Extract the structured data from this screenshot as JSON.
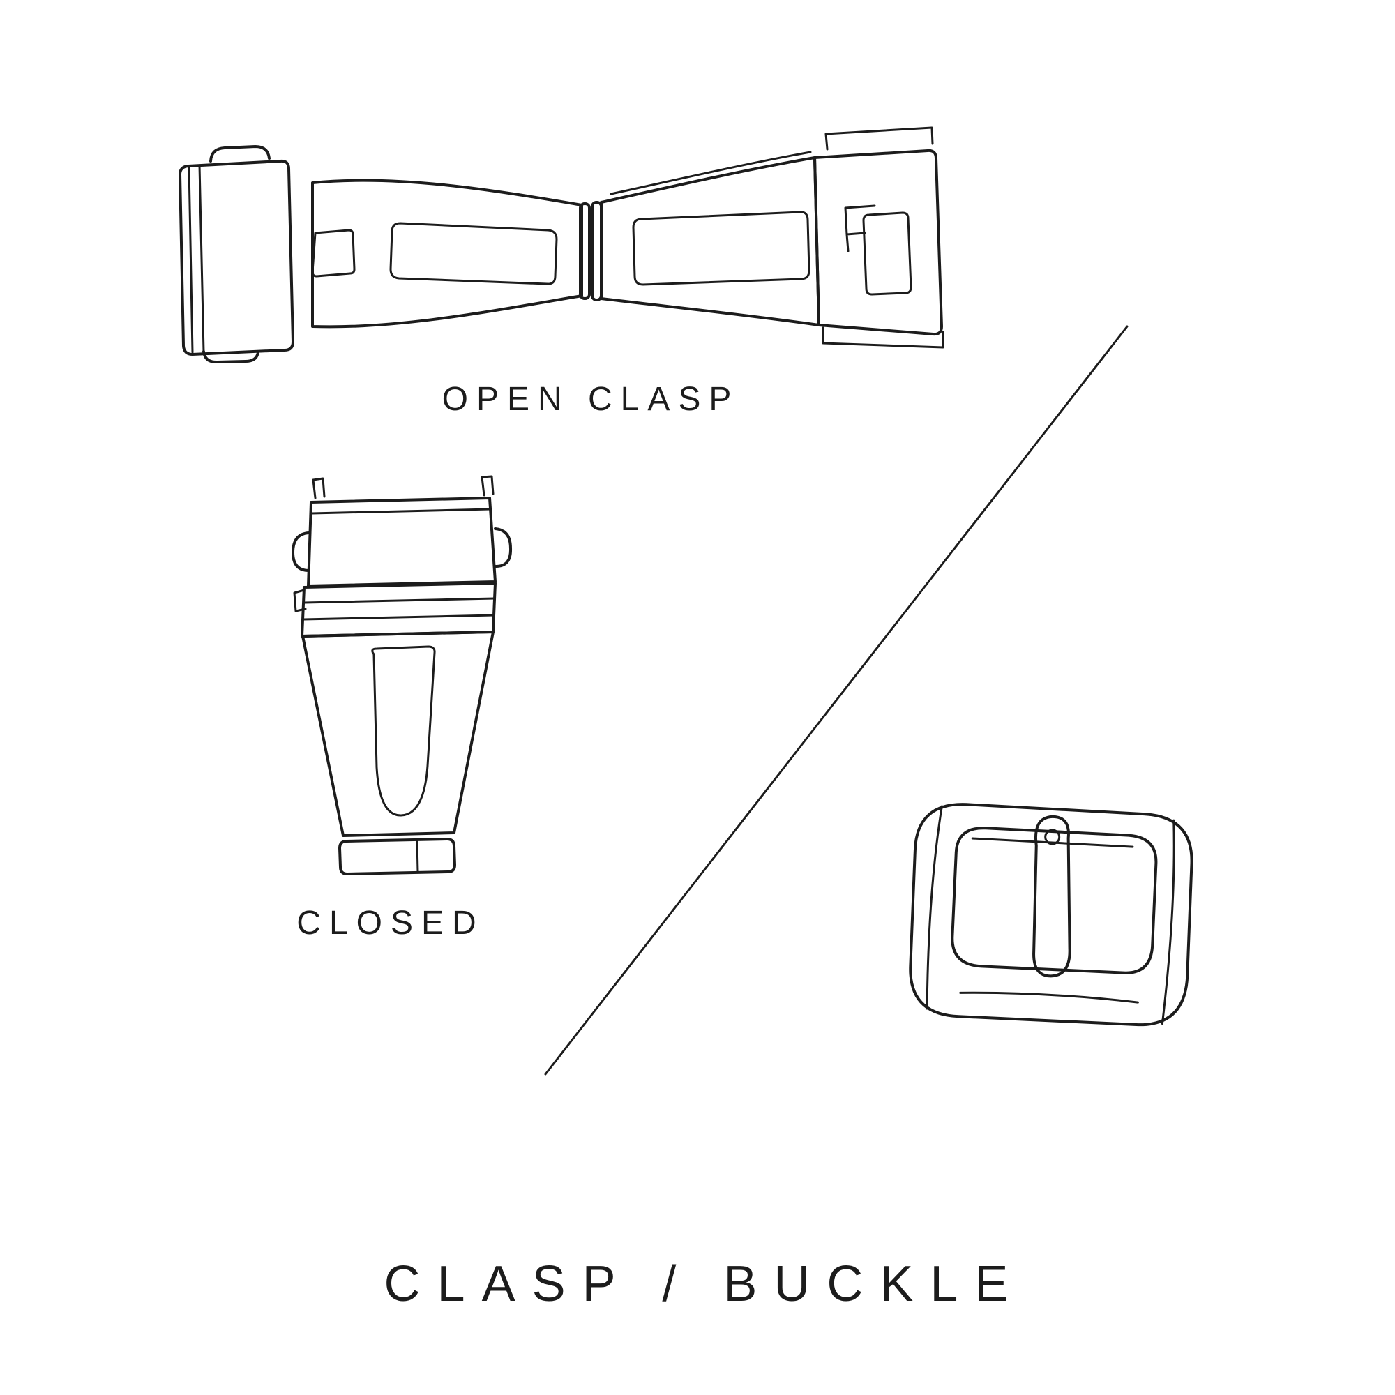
{
  "title": "CLASP / BUCKLE",
  "figures": {
    "open_clasp": {
      "caption": "OPEN CLASP"
    },
    "closed_clasp": {
      "caption": "CLOSED"
    }
  },
  "colors": {
    "background": "#ffffff",
    "line": "#1c1c1c",
    "text": "#1c1c1c"
  }
}
